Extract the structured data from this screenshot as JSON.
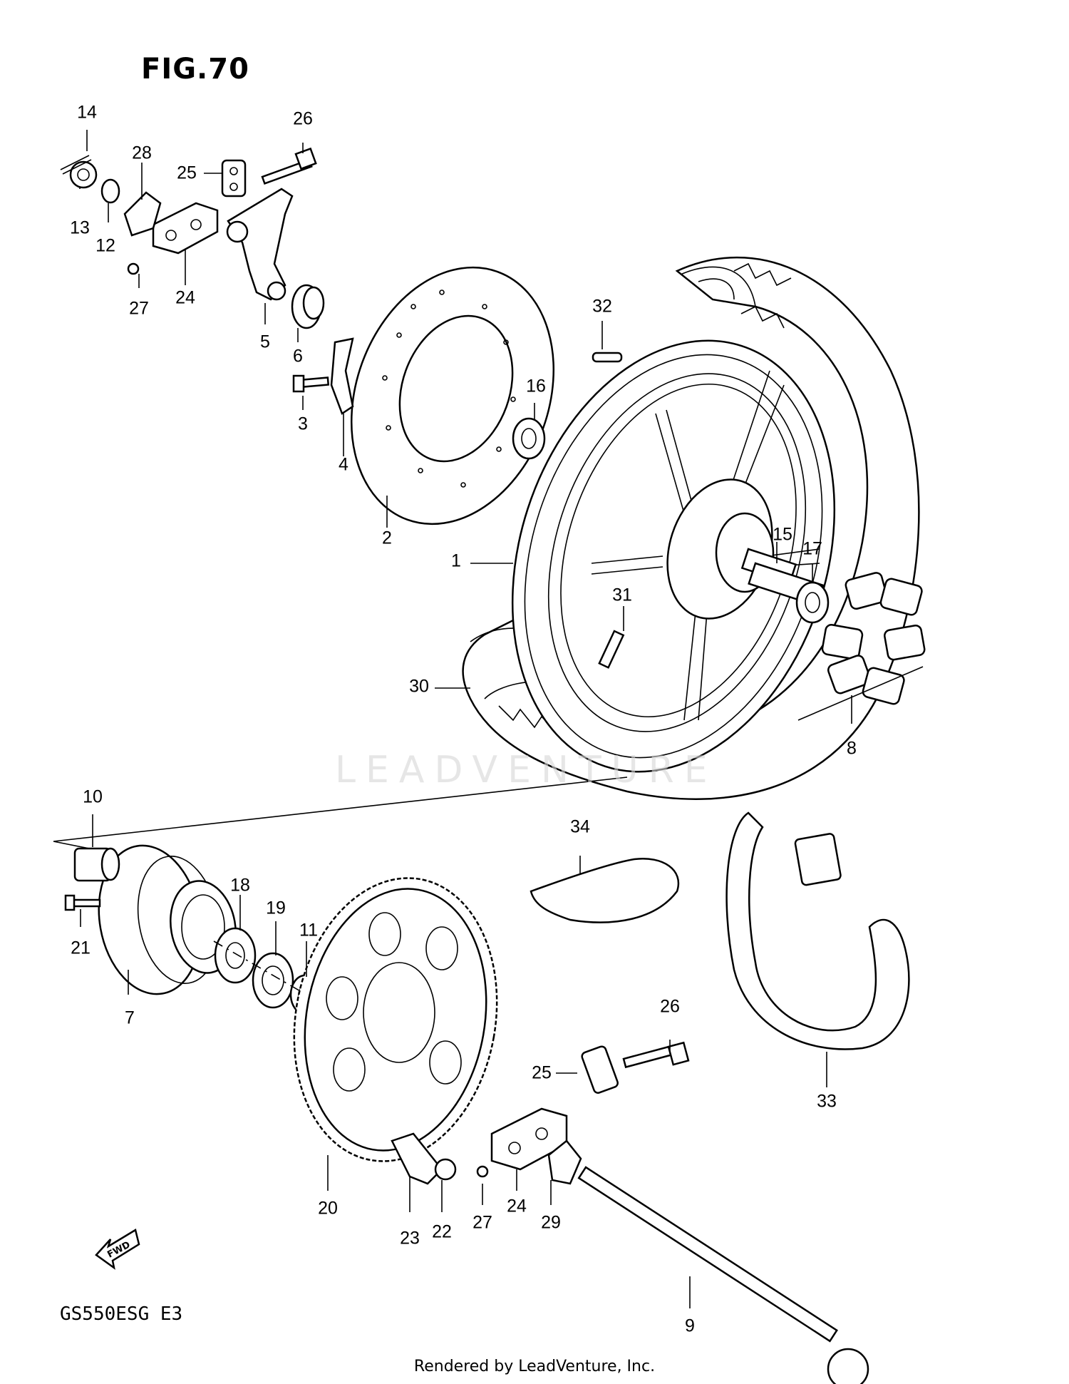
{
  "figure": {
    "title": "FIG.70",
    "model": "GS550ESG  E3"
  },
  "footer": "Rendered by LeadVenture, Inc.",
  "watermark": "LEADVENTURE",
  "fwd_label": "FWD",
  "callouts": {
    "c1": "1",
    "c2": "2",
    "c3": "3",
    "c4": "4",
    "c5": "5",
    "c6": "6",
    "c7": "7",
    "c8": "8",
    "c9": "9",
    "c10": "10",
    "c11": "11",
    "c12": "12",
    "c13": "13",
    "c14": "14",
    "c15": "15",
    "c16": "16",
    "c17": "17",
    "c18": "18",
    "c19": "19",
    "c20": "20",
    "c21": "21",
    "c22": "22",
    "c23": "23",
    "c24a": "24",
    "c24b": "24",
    "c25a": "25",
    "c25b": "25",
    "c26a": "26",
    "c26b": "26",
    "c27a": "27",
    "c27b": "27",
    "c28": "28",
    "c29": "29",
    "c30": "30",
    "c31": "31",
    "c32": "32",
    "c33": "33",
    "c34": "34"
  }
}
